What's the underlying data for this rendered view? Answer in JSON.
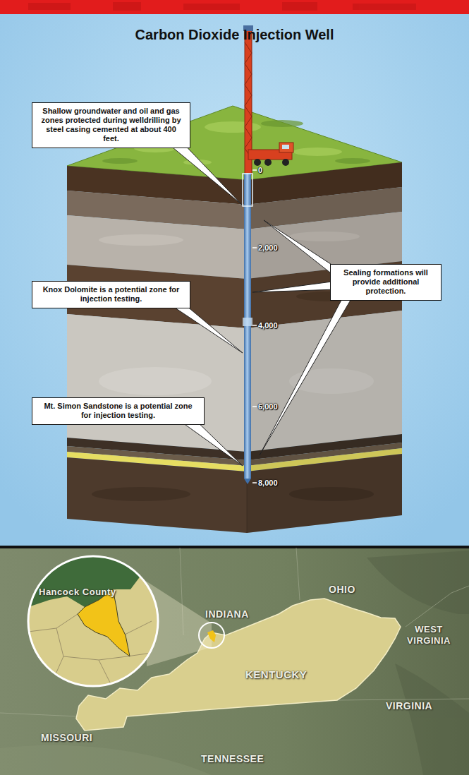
{
  "diagram": {
    "title": "Carbon Dioxide Injection Well",
    "nodes": [
      {
        "text": [
          "Shallow groundwater and oil and gas zones protected during welldrilling by steel casing cemented at about 400 feet."
        ]
      },
      {
        "text": [
          "Sealing formations will provide additional protection."
        ]
      },
      {
        "text": [
          "Knox Dolomite is a potential zone for injection testing."
        ]
      },
      {
        "text": [
          "Mt. Simon Sandstone is a potential zone for injection testing."
        ]
      }
    ],
    "labels": [
      "0",
      "2,000",
      "4,000",
      "6,000",
      "8,000",
      "Hancock County",
      "OHIO",
      "INDIANA",
      "WEST VIRGINIA",
      "KENTUCKY",
      "VIRGINIA",
      "MISSOURI",
      "TENNESSEE"
    ]
  }
}
